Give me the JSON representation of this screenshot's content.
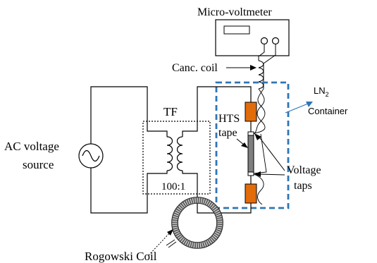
{
  "labels": {
    "micro_voltmeter": "Micro-voltmeter",
    "canc_coil": "Canc. coil",
    "ln2_main": "LN",
    "ln2_sub": "2",
    "container": "Container",
    "tf": "TF",
    "hts_line1": "HTS",
    "hts_line2": "tape",
    "ac_line1": "AC voltage",
    "ac_line2": "source",
    "ratio": "100:1",
    "voltage_line1": "Voltage",
    "voltage_line2": "taps",
    "rogowski": "Rogowski Coil"
  },
  "colors": {
    "wire": "#000000",
    "container_border": "#2e75b6",
    "terminal": "#e36c0a",
    "tape": "#7f7f7f",
    "rogowski_fill": "#d9d9d9"
  }
}
